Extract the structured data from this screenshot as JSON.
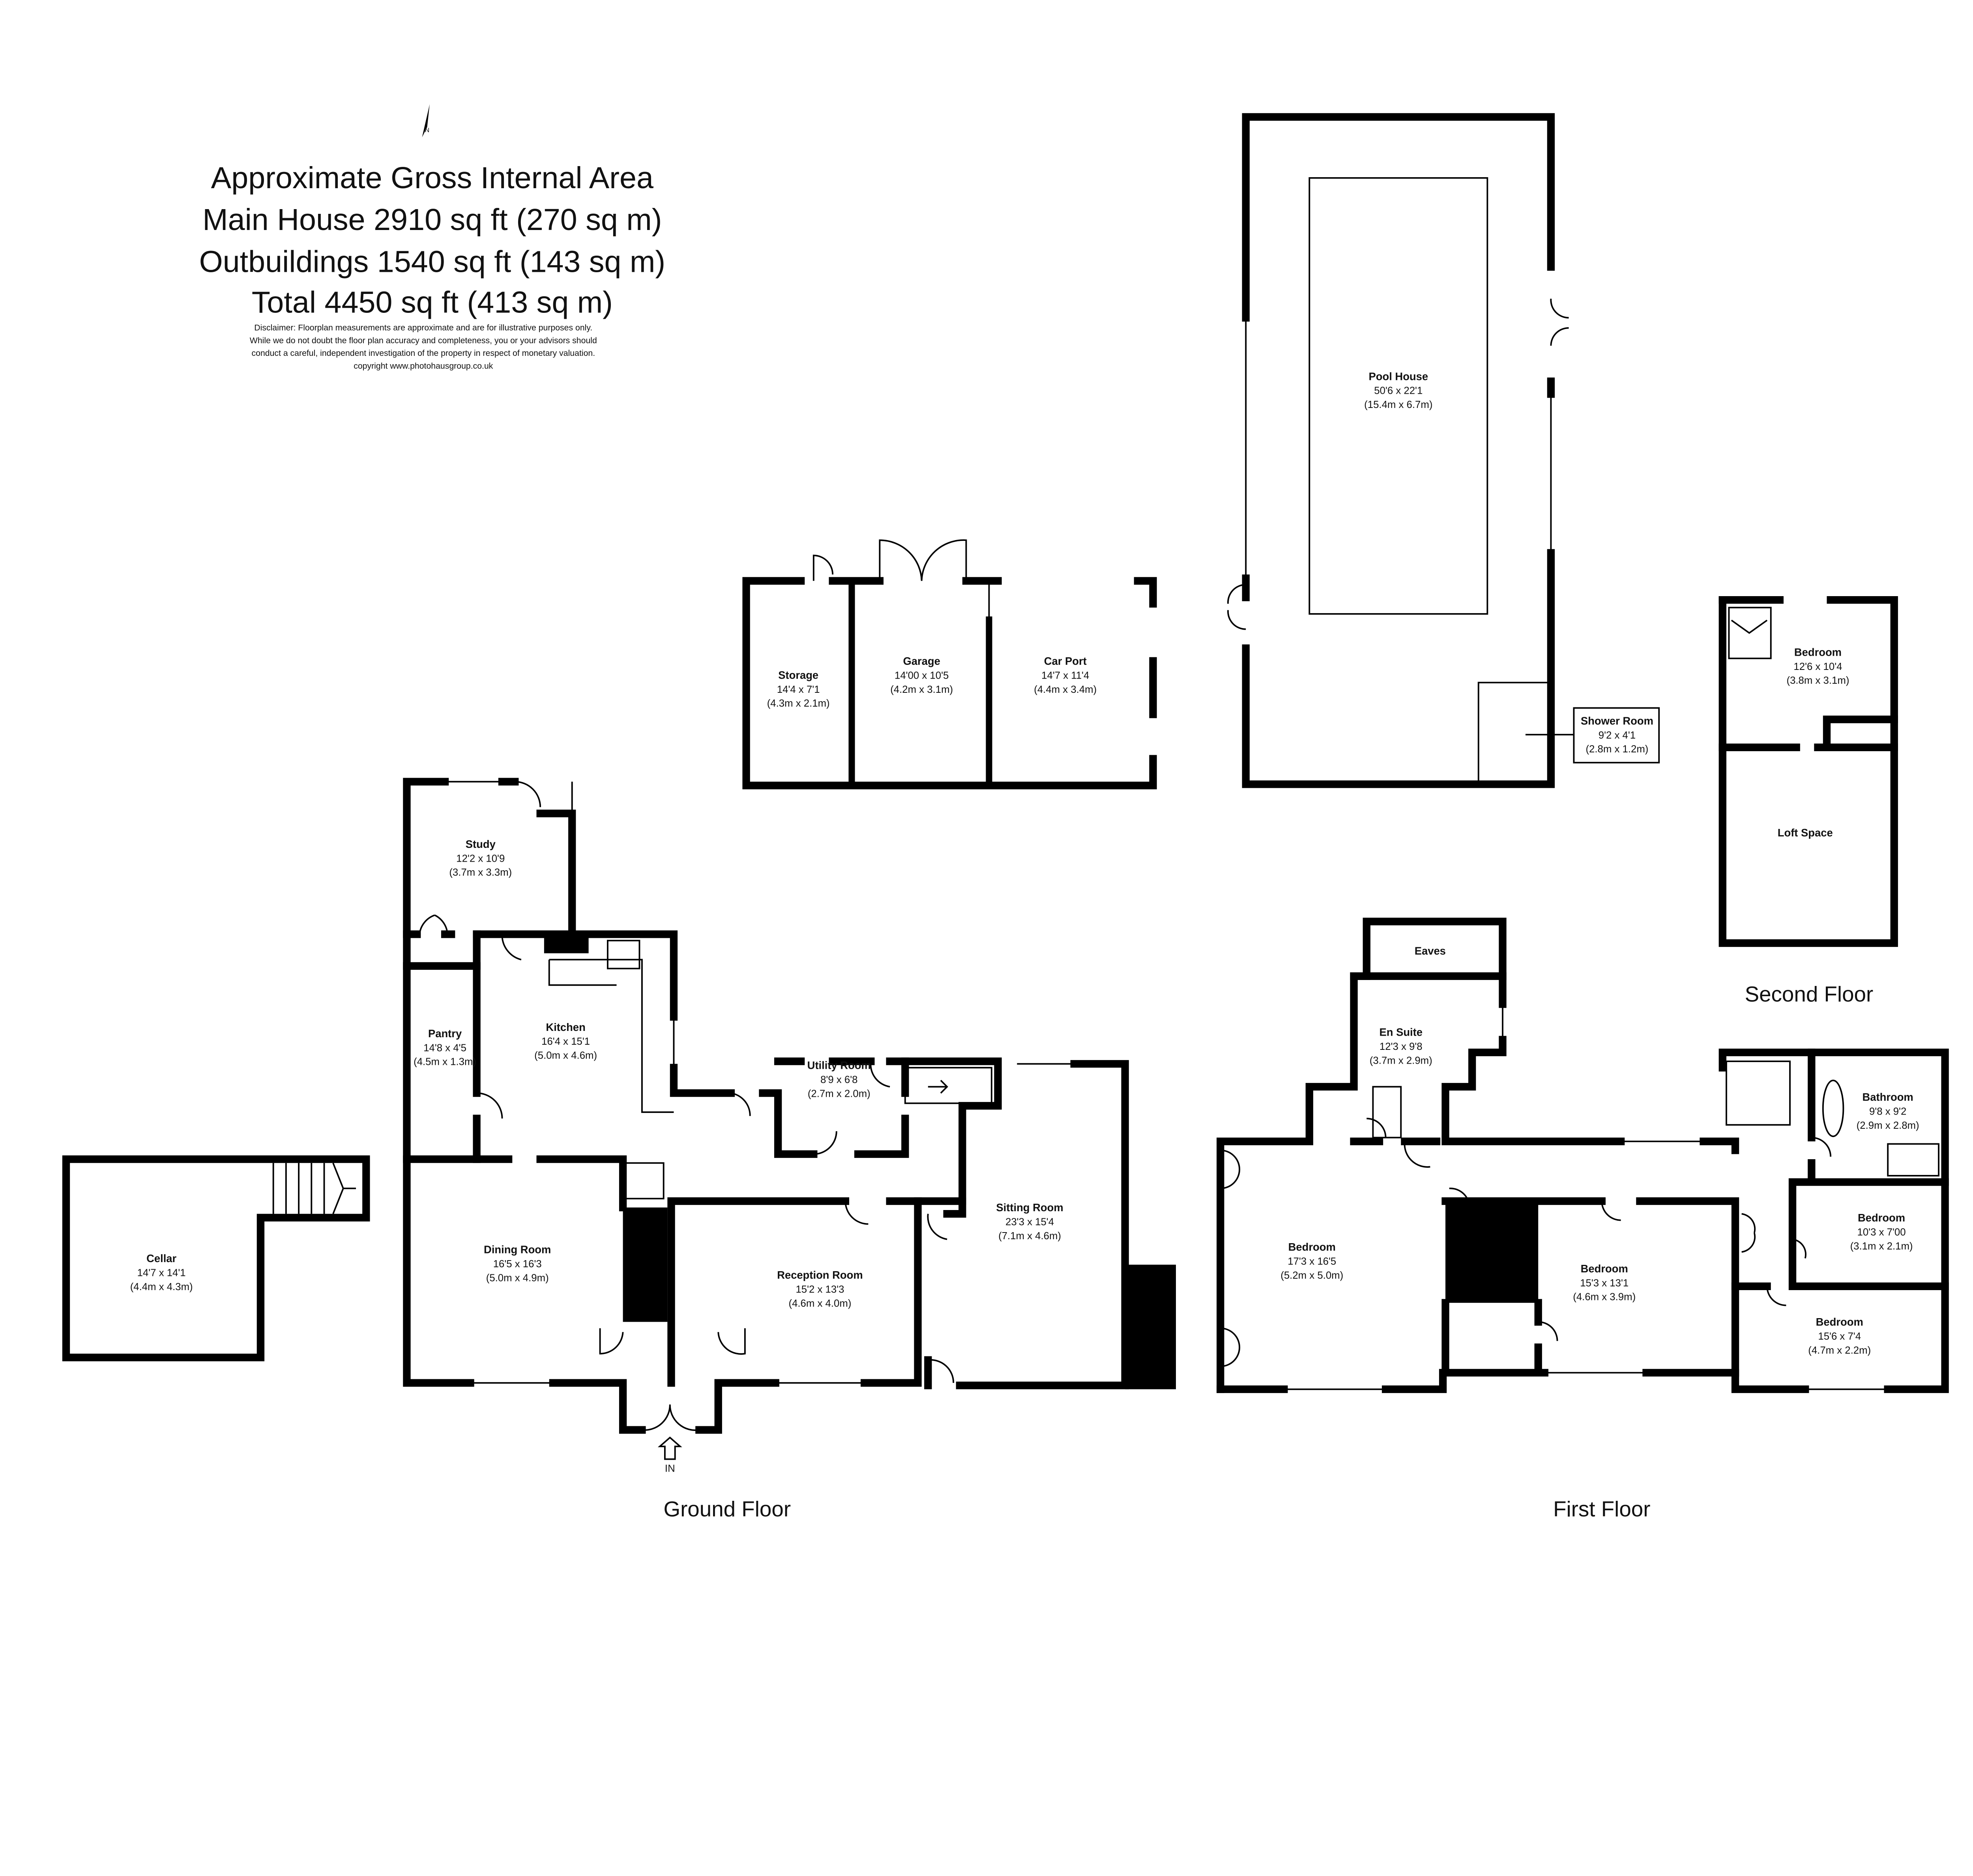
{
  "header": {
    "title_line1": "Approximate Gross Internal Area",
    "title_line2": "Main House 2910 sq ft (270 sq m)",
    "title_line3": "Outbuildings 1540 sq ft (143 sq m)",
    "title_line4": "Total 4450 sq ft (413 sq m)",
    "disclaimer": [
      "Disclaimer: Floorplan measurements are approximate and are for illustrative purposes only.",
      "While we do not doubt the floor plan accuracy and completeness, you or your advisors should",
      "conduct a careful, independent investigation of the property in respect of monetary valuation.",
      "copyright www.photohausgroup.co.uk"
    ],
    "compass_label": "N",
    "compass_icon": "north-arrow-icon"
  },
  "floors": {
    "ground": "Ground Floor",
    "first": "First Floor",
    "second": "Second Floor"
  },
  "entrance_label": "IN",
  "rooms": {
    "pool_house": {
      "name": "Pool House",
      "imperial": "50'6 x 22'1",
      "metric": "(15.4m x 6.7m)"
    },
    "storage": {
      "name": "Storage",
      "imperial": "14'4 x 7'1",
      "metric": "(4.3m x 2.1m)"
    },
    "garage": {
      "name": "Garage",
      "imperial": "14'00 x 10'5",
      "metric": "(4.2m x 3.1m)"
    },
    "car_port": {
      "name": "Car Port",
      "imperial": "14'7 x 11'4",
      "metric": "(4.4m x 3.4m)"
    },
    "shower_room": {
      "name": "Shower Room",
      "imperial": "9'2 x 4'1",
      "metric": "(2.8m x 1.2m)"
    },
    "second_bedroom": {
      "name": "Bedroom",
      "imperial": "12'6 x 10'4",
      "metric": "(3.8m x 3.1m)"
    },
    "loft_space": {
      "name": "Loft Space"
    },
    "study": {
      "name": "Study",
      "imperial": "12'2 x 10'9",
      "metric": "(3.7m x 3.3m)"
    },
    "pantry": {
      "name": "Pantry",
      "imperial": "14'8 x 4'5",
      "metric": "(4.5m x 1.3m)"
    },
    "kitchen": {
      "name": "Kitchen",
      "imperial": "16'4 x 15'1",
      "metric": "(5.0m x 4.6m)"
    },
    "utility": {
      "name": "Utility Room",
      "imperial": "8'9 x 6'8",
      "metric": "(2.7m x 2.0m)"
    },
    "sitting": {
      "name": "Sitting Room",
      "imperial": "23'3 x 15'4",
      "metric": "(7.1m x 4.6m)"
    },
    "dining": {
      "name": "Dining Room",
      "imperial": "16'5 x 16'3",
      "metric": "(5.0m x 4.9m)"
    },
    "reception": {
      "name": "Reception Room",
      "imperial": "15'2 x 13'3",
      "metric": "(4.6m x 4.0m)"
    },
    "cellar": {
      "name": "Cellar",
      "imperial": "14'7 x 14'1",
      "metric": "(4.4m x 4.3m)"
    },
    "eaves": {
      "name": "Eaves"
    },
    "en_suite": {
      "name": "En Suite",
      "imperial": "12'3 x 9'8",
      "metric": "(3.7m x 2.9m)"
    },
    "bedroom1": {
      "name": "Bedroom",
      "imperial": "17'3 x 16'5",
      "metric": "(5.2m x 5.0m)"
    },
    "bedroom2": {
      "name": "Bedroom",
      "imperial": "15'3 x 13'1",
      "metric": "(4.6m x 3.9m)"
    },
    "bathroom": {
      "name": "Bathroom",
      "imperial": "9'8 x 9'2",
      "metric": "(2.9m x 2.8m)"
    },
    "bedroom3": {
      "name": "Bedroom",
      "imperial": "10'3 x 7'00",
      "metric": "(3.1m x 2.1m)"
    },
    "bedroom4": {
      "name": "Bedroom",
      "imperial": "15'6 x 7'4",
      "metric": "(4.7m x 2.2m)"
    }
  }
}
